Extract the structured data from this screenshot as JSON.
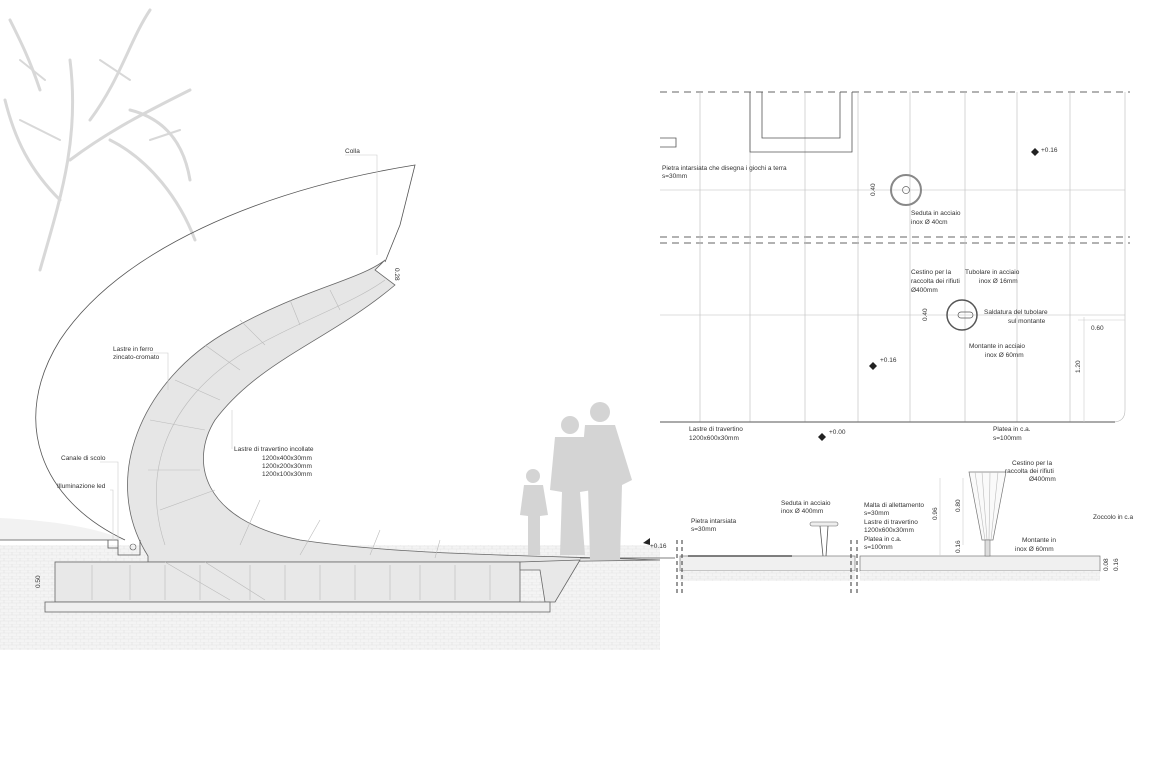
{
  "section_left": {
    "colla": "Colla",
    "dim_028": "0.28",
    "lastre_ferro": [
      "Lastre in ferro",
      "zincato-cromato"
    ],
    "lastre_travertino": [
      "Lastre di travertino incollate",
      "1200x400x30mm",
      "1200x200x30mm",
      "1200x100x30mm"
    ],
    "canale": "Canale di scolo",
    "illuminazione": "Illuminazione led",
    "dim_050": "0.50",
    "level": "+0.16"
  },
  "plan": {
    "pietra": [
      "Pietra intarsiata che disegna i giochi a terra",
      "s=30mm"
    ],
    "seduta": [
      "Seduta in acciaio",
      "inox Ø 40cm"
    ],
    "dim_040a": "0.40",
    "dim_040b": "0.40",
    "cestino": [
      "Cestino per la",
      "raccolta dei rifiuti",
      "Ø400mm"
    ],
    "tubolare": [
      "Tubolare in acciaio",
      "inox Ø 16mm"
    ],
    "saldatura": [
      "Saldatura del tubolare",
      "sul montante"
    ],
    "montante": [
      "Montante in acciaio",
      "inox Ø 60mm"
    ],
    "dim_060": "0.60",
    "dim_120": "1.20",
    "level_a": "+0.16",
    "level_b": "+0.16",
    "level_c": "+0.00",
    "lastre": [
      "Lastre di travertino",
      "1200x600x30mm"
    ],
    "platea": [
      "Platea in c.a.",
      "s=100mm"
    ]
  },
  "section_right": {
    "pietra": [
      "Pietra intarsiata",
      "s=30mm"
    ],
    "seduta": [
      "Seduta in acciaio",
      "inox Ø 400mm"
    ],
    "malta": [
      "Malta di allettamento",
      "s=30mm",
      "Lastre di travertino",
      "1200x600x30mm",
      "Platea in c.a.",
      "s=100mm"
    ],
    "cestino": [
      "Cestino per la",
      "raccolta dei rifiuti",
      "Ø400mm"
    ],
    "montante": [
      "Montante in",
      "inox Ø 60mm"
    ],
    "zoccolo": "Zoccolo in c.a",
    "dim_096": "0.96",
    "dim_080": "0.80",
    "dim_016": "0.16",
    "dim_008": "0.08",
    "dim_016b": "0.16"
  }
}
